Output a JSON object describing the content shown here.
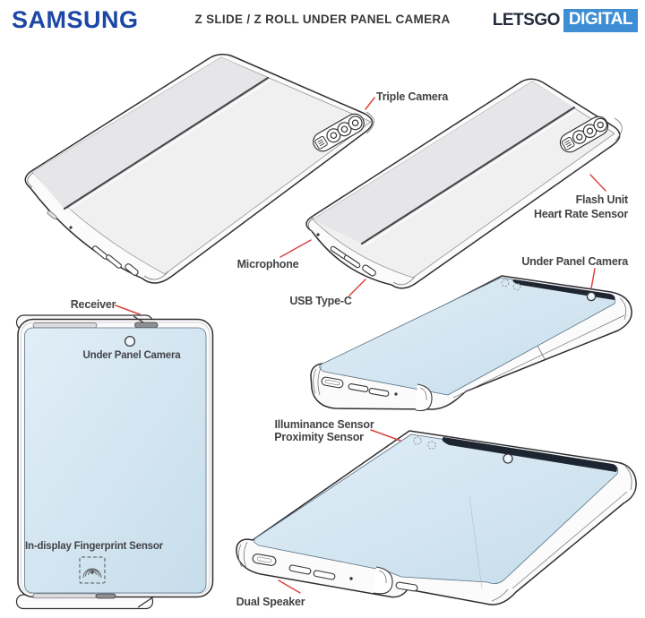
{
  "header": {
    "brand": "SAMSUNG",
    "title": "Z SLIDE / Z ROLL UNDER PANEL CAMERA",
    "logo_text": "LETSGO",
    "logo_badge": "DIGITAL"
  },
  "annotations": {
    "triple_camera": "Triple Camera",
    "flash_unit": "Flash Unit",
    "heart_rate_sensor": "Heart Rate Sensor",
    "microphone": "Microphone",
    "usb_type_c": "USB Type-C",
    "under_panel_camera_right": "Under Panel Camera",
    "receiver": "Receiver",
    "under_panel_camera_front": "Under Panel Camera",
    "in_display_fingerprint_sensor": "In-display Fingerprint Sensor",
    "illuminance_sensor": "Illuminance Sensor",
    "proximity_sensor": "Proximity Sensor",
    "dual_speaker": "Dual Speaker"
  },
  "colors": {
    "samsung_blue": "#1d47a5",
    "letsgo_dark": "#242b3b",
    "digital_badge_blue": "#3d8ed5",
    "title_gray": "#39393b",
    "label_gray": "#434347",
    "leader_red": "#d9453e",
    "line_dark": "#2f2f32",
    "panel_light": "#f0f0f1",
    "panel_shade": "#e6e6e8",
    "screen_blue_start": "#e1eef7",
    "screen_blue_end": "#c6ddeb",
    "edge_band_dark": "#1d2530"
  }
}
